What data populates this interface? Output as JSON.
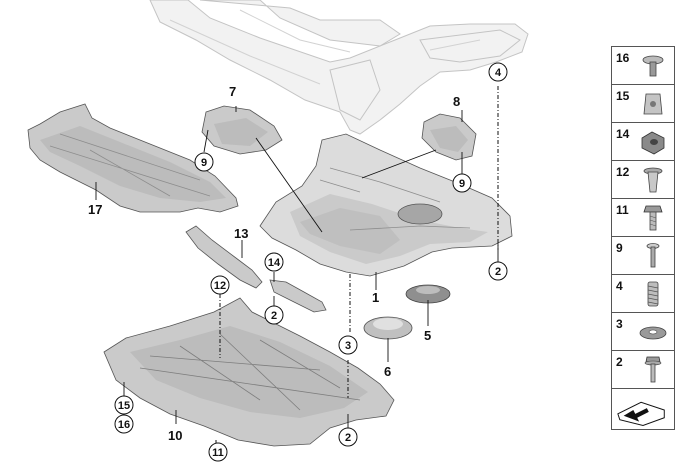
{
  "callouts": {
    "c1": "1",
    "c5": "5",
    "c6": "6",
    "c7": "7",
    "c8": "8",
    "c10": "10",
    "c13": "13",
    "c17": "17"
  },
  "circled": {
    "r2a": "2",
    "r2b": "2",
    "r2c": "2",
    "r3": "3",
    "r4": "4",
    "r9a": "9",
    "r9b": "9",
    "r11": "11",
    "r12": "12",
    "r14": "14",
    "r15": "15",
    "r16": "16"
  },
  "legend": {
    "items": [
      {
        "number": "16",
        "icon": "push-rivet-icon"
      },
      {
        "number": "15",
        "icon": "clip-nut-icon"
      },
      {
        "number": "14",
        "icon": "cage-nut-icon"
      },
      {
        "number": "12",
        "icon": "expansion-nut-icon"
      },
      {
        "number": "11",
        "icon": "collar-screw-icon"
      },
      {
        "number": "9",
        "icon": "expanding-rivet-icon"
      },
      {
        "number": "4",
        "icon": "spring-nut-icon"
      },
      {
        "number": "3",
        "icon": "washer-icon"
      },
      {
        "number": "2",
        "icon": "flange-bolt-icon"
      }
    ],
    "footer_icon": "direction-arrow-icon"
  }
}
